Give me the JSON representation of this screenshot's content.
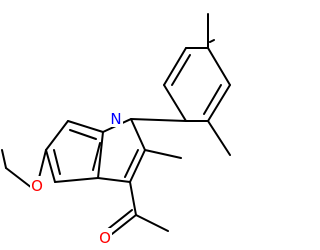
{
  "atoms": {
    "n1": {
      "label": "N",
      "color": "#0000ff"
    },
    "o_ether": {
      "label": "O",
      "color": "#ff0000"
    },
    "o_carbonyl": {
      "label": "O",
      "color": "#ff0000"
    }
  },
  "colors": {
    "bond": "#000000",
    "background": "#ffffff"
  }
}
